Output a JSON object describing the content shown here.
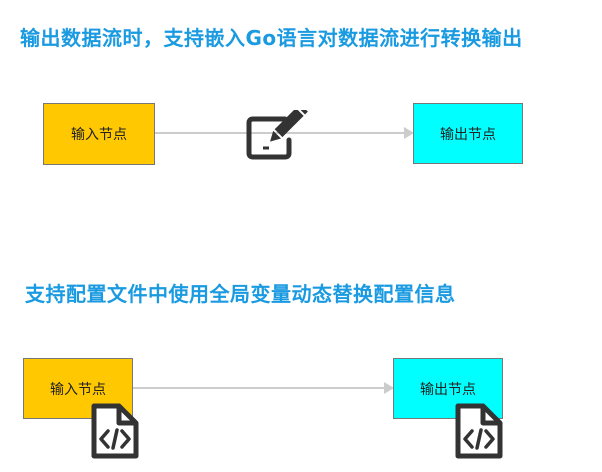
{
  "section1": {
    "title": "输出数据流时，支持嵌入Go语言对数据流进行转换输出",
    "input_node": "输入节点",
    "output_node": "输出节点",
    "middle_icon": "edit-icon"
  },
  "section2": {
    "title": "支持配置文件中使用全局变量动态替换配置信息",
    "input_node": "输入节点",
    "output_node": "输出节点",
    "file_icon": "code-file-icon"
  },
  "colors": {
    "heading": "#1a9ae0",
    "input_node_fill": "#ffc800",
    "output_node_fill": "#00ffff",
    "arrow": "#cccccc",
    "icon": "#333333"
  }
}
